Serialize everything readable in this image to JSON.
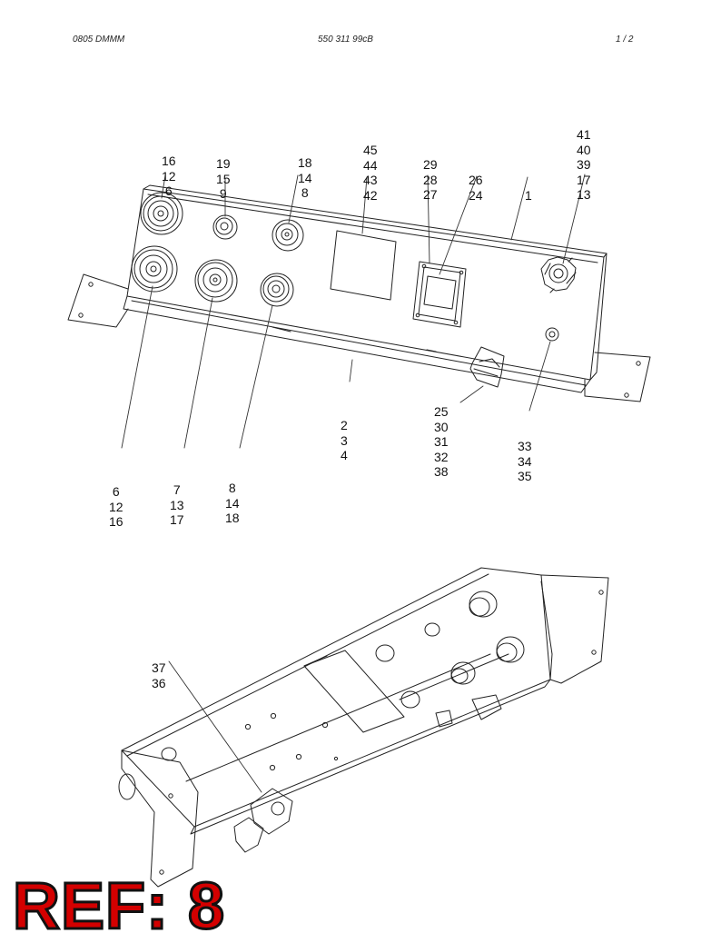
{
  "header": {
    "left": "0805 DMMM",
    "center": "550 311 99cB",
    "right": "1 /   2"
  },
  "callouts": {
    "c_16_12_6": [
      "16",
      "12",
      "6"
    ],
    "c_19_15_9": [
      "19",
      "15",
      "9"
    ],
    "c_18_14_8": [
      "18",
      "14",
      "8"
    ],
    "c_45_44_43_42": [
      "45",
      "44",
      "43",
      "42"
    ],
    "c_29_28_27": [
      "29",
      "28",
      "27"
    ],
    "c_26_24": [
      "26",
      "24"
    ],
    "c_1": [
      "1"
    ],
    "c_41_40_39_17_13": [
      "41",
      "40",
      "39",
      "17",
      "13"
    ],
    "c_2_3_4": [
      "2",
      "3",
      "4"
    ],
    "c_25_30_31_32_38": [
      "25",
      "30",
      "31",
      "32",
      "38"
    ],
    "c_33_34_35": [
      "33",
      "34",
      "35"
    ],
    "c_6_12_16": [
      "6",
      "12",
      "16"
    ],
    "c_7_13_17": [
      "7",
      "13",
      "17"
    ],
    "c_8_14_18": [
      "8",
      "14",
      "18"
    ],
    "c_37_36": [
      "37",
      "36"
    ]
  },
  "reference": "REF: 8"
}
